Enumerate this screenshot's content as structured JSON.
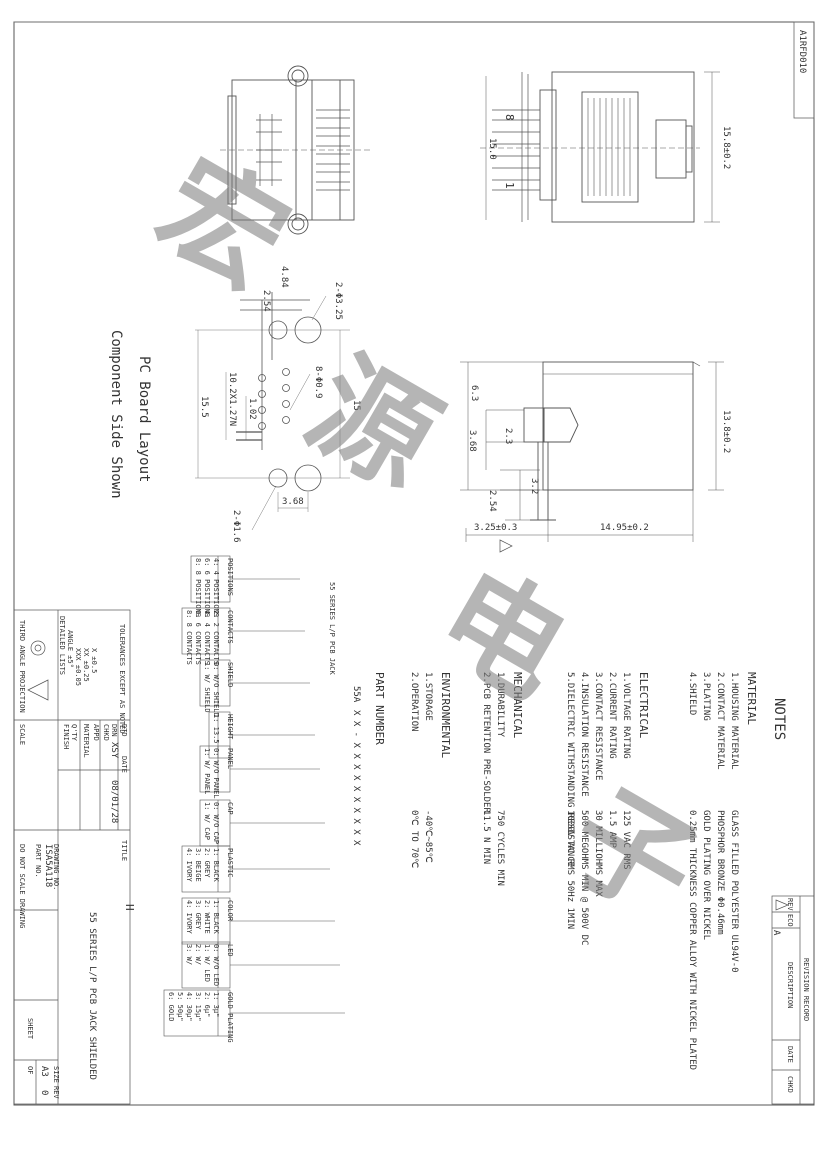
{
  "doc_code": "A1RFD010",
  "watermark": [
    "宏",
    "源",
    "电",
    "子"
  ],
  "drawings": {
    "front": {
      "dim_height": "15.8±0.2",
      "dim_width": "15.0",
      "pin_8": "8",
      "pin_1": "1"
    },
    "side": {
      "dim_height": "13.8±0.2",
      "dim_a": "6.3",
      "dim_b": "2.3",
      "dim_c": "3.68",
      "dim_d": "3.2",
      "dim_e": "2.54",
      "dim_base": "3.25±0.3",
      "dim_length": "14.95±0.2"
    },
    "pcb": {
      "title_line1": "PC Board Layout",
      "title_line2": "Component Side Shown",
      "d_484": "4.84",
      "d_254": "2.54",
      "d_hole_big": "2-Φ3.25",
      "d_hole_small": "8-Φ0.9",
      "d_pitch": "10.2X1.27N",
      "d_102": "1.02",
      "d_155": "15.5",
      "d_15": "15",
      "d_368": "3.68",
      "d_hole_pin": "2-Φ1.6"
    }
  },
  "notes": {
    "title": "NOTES",
    "material": {
      "head": "MATERIAL",
      "items": [
        {
          "k": "1.HOUSING MATERIAL",
          "v": "GLASS FILLED POLYESTER UL94V-0"
        },
        {
          "k": "2.CONTACT MATERIAL",
          "v": "PHOSPHOR BRONZE Φ0.46mm"
        },
        {
          "k": "3.PLATING",
          "v": "GOLD PLATING OVER NICKEL"
        },
        {
          "k": "4.SHIELD",
          "v": "0.25mm THICKNESS COPPER ALLOY WITH NICKEL PLATED"
        }
      ]
    },
    "electrical": {
      "head": "ELECTRICAL",
      "items": [
        {
          "k": "1.VOLTAGE RATING",
          "v": "125 VAC RMS"
        },
        {
          "k": "2.CURRENT RATING",
          "v": "1.5 AMP"
        },
        {
          "k": "3.CONTACT RESISTANCE",
          "v": "30 MILLIOHMS MAX"
        },
        {
          "k": "4.INSULATION RESISTANCE",
          "v": "500 MEGOHMS MIN @ 500V DC"
        },
        {
          "k": "5.DIELECTRIC WITHSTANDING RESISTANCE",
          "v": "1000V AC RMS 50Hz 1MIN"
        }
      ]
    },
    "mechanical": {
      "head": "MECHANICAL",
      "items": [
        {
          "k": "1.DURABILITY",
          "v": "750 CYCLES MIN"
        },
        {
          "k": "2.PCB RETENTION PRE-SOLDER",
          "v": "11.5 N MIN"
        }
      ]
    },
    "environmental": {
      "head": "ENVIRONMENTAL",
      "items": [
        {
          "k": "1.STORAGE",
          "v": "-40℃~85℃"
        },
        {
          "k": "2.OPERATION",
          "v": "0℃ TO 70℃"
        }
      ]
    }
  },
  "part_number": {
    "head": "PART NUMBER",
    "series": "55A",
    "code": "X  X - X  X  X  X  X  X  X  X  X  X",
    "series_label": "55 SERIES L/P PCB JACK",
    "groups": [
      {
        "title": "POSITIONS",
        "rows": [
          "4: 4 POSITIONS",
          "6: 6 POSITIONS",
          "8: 8 POSITIONS"
        ]
      },
      {
        "title": "CONTACTS",
        "rows": [
          "2: 2 CONTACTS",
          "4: 4 CONTACTS",
          "6: 6 CONTACTS",
          "8: 8 CONTACTS"
        ]
      },
      {
        "title": "SHIELD",
        "rows": [
          "0: W/O SHIELD",
          "1: W/ SHIELD"
        ]
      },
      {
        "title": "HEIGHT",
        "rows": [
          "1: 13.5"
        ]
      },
      {
        "title": "PANEL",
        "rows": [
          "0: W/O PANEL",
          "1: W/ PANEL"
        ]
      },
      {
        "title": "CAP",
        "rows": [
          "0: W/O CAP",
          "1: W/ CAP"
        ]
      },
      {
        "title": "PLASTIC",
        "rows": [
          "1: BLACK",
          "2: GREY",
          "3: BEIGE",
          "4: IVORY"
        ]
      },
      {
        "title": "COLOR",
        "rows": [
          "1: BLACK",
          "2: WHITE",
          "3: GREY",
          "4: IVORY"
        ]
      },
      {
        "title": "LED",
        "rows": [
          "0: W/O LED",
          "1: W/ LED",
          "2: W/",
          "3: W/"
        ]
      },
      {
        "title": "GOLD PLATING",
        "rows": [
          "1: 3μ\"",
          "2: 6μ\"",
          "3: 15μ\"",
          "4: 30μ\"",
          "5: 50μ\"",
          "6: GOLD"
        ]
      }
    ]
  },
  "revision": {
    "head": "REVISION RECORD",
    "cols": [
      "REV",
      "ECO",
      "DESCRIPTION",
      "DATE",
      "CHKD"
    ],
    "rev": "A"
  },
  "title_block": {
    "tolerance_head": "DETAILED LISTS",
    "tol_title": "TOLERANCES EXCEPT AS NOTED",
    "tol_rows": [
      "X  ±0.5",
      "XX  ±0.25",
      "XXX  ±0.05",
      "ANGLE  ±5°"
    ],
    "projection": "THIRD ANGLE PROJECTION",
    "labels": [
      "DTD",
      "DRN",
      "CHKD",
      "APPD",
      "MATERIAL",
      "Q'TY",
      "FINISH",
      "SCALE"
    ],
    "drawn_by": "XSY",
    "date_label": "DATE",
    "date_value": "08/01/28",
    "dwg_no_label": "DRAWING NO.",
    "dwg_no": "ISA5A118",
    "part_no_label": "PART NO.",
    "title_label": "TITLE",
    "title_value": "55 SERIES L/P PCB JACK SHIELDED",
    "letter": "H",
    "size_label": "SIZE",
    "size_value": "A3",
    "rev_label": "REV",
    "rev_value": "0",
    "sheet_label": "SHEET",
    "of_label": "OF",
    "warning": "DO NOT SCALE DRAWING"
  }
}
